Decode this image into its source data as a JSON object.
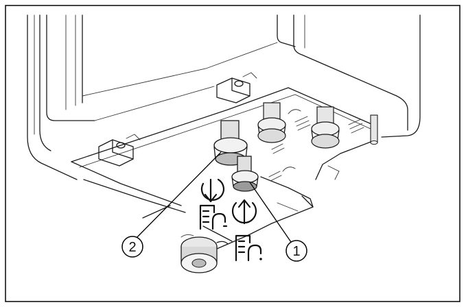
{
  "figure": {
    "callouts": [
      {
        "label": "2",
        "target": "cold-water-inlet-connection"
      },
      {
        "label": "1",
        "target": "hot-water-outlet-connection"
      }
    ],
    "icons": [
      "arrow-down-circle-icon",
      "arrow-up-circle-icon",
      "cold-water-tap-icon",
      "hot-water-tap-icon"
    ]
  }
}
